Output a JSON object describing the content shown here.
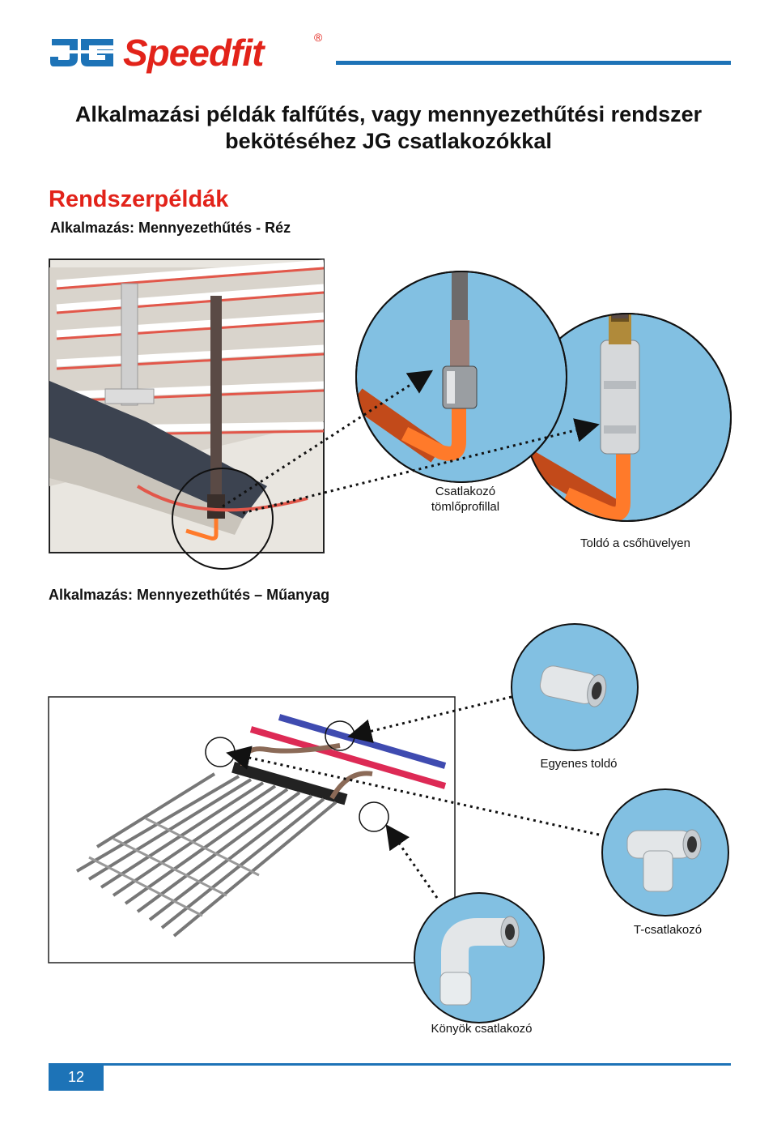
{
  "header": {
    "logo_letters": "JG",
    "logo_word": "Speedfit",
    "logo_reg": "®",
    "brand_red": "#e2231a",
    "brand_blue": "#1d73b7"
  },
  "title": "Alkalmazási példák falfűtés, vagy mennyezethűtési rendszer bekötéséhez JG csatlakozókkal",
  "section_title": "Rendszerpéldák",
  "application_copper": {
    "heading": "Alkalmazás: Mennyezethűtés - Réz",
    "labels": {
      "hose_connector": "Csatlakozó tömlőprofillal",
      "sleeve_coupler": "Toldó a csőhüvelyen"
    }
  },
  "application_plastic": {
    "heading": "Alkalmazás: Mennyezethűtés – Műanyag",
    "labels": {
      "straight": "Egyenes toldó",
      "tee": "T-csatlakozó",
      "elbow": "Könyök csatlakozó"
    }
  },
  "footer": {
    "page_number": "12"
  },
  "icons": [
    "jg-logo-icon",
    "ceiling-panel-illustration",
    "copper-connector-detail",
    "straight-coupler-photo",
    "tee-connector-photo",
    "elbow-connector-photo"
  ]
}
